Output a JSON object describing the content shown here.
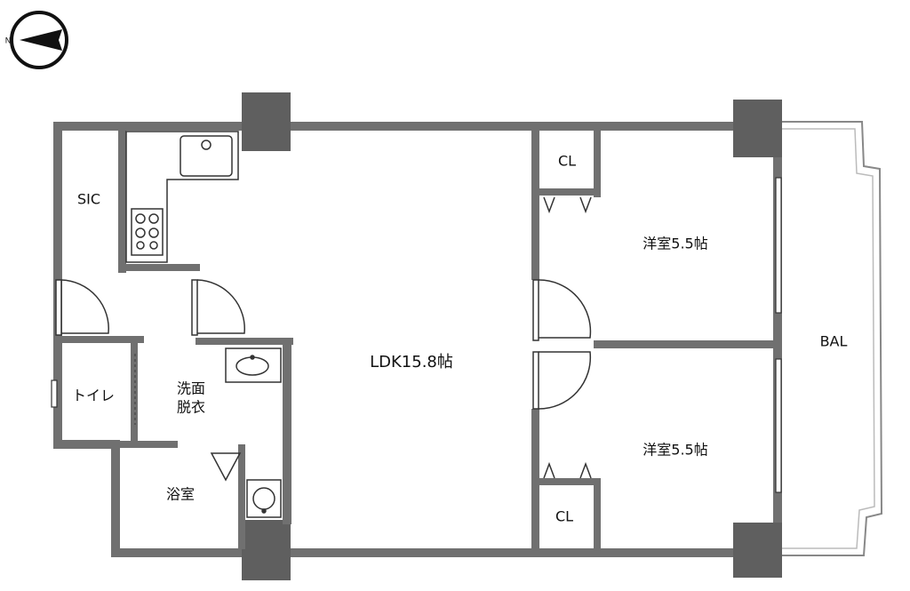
{
  "compass": {
    "north_label": "N",
    "icon": "compass-icon"
  },
  "rooms": {
    "sic": "SIC",
    "ldk": "LDK15.8帖",
    "bedroom_north": "洋室5.5帖",
    "bedroom_south": "洋室5.5帖",
    "closet_north": "CL",
    "closet_south": "CL",
    "toilet": "トイレ",
    "washroom_line1": "洗面",
    "washroom_line2": "脱衣",
    "bathroom": "浴室",
    "balcony": "BAL"
  },
  "colors": {
    "wall": "#707070",
    "pillar": "#5f5f5f",
    "fixture_line": "#333333",
    "background": "#ffffff"
  }
}
